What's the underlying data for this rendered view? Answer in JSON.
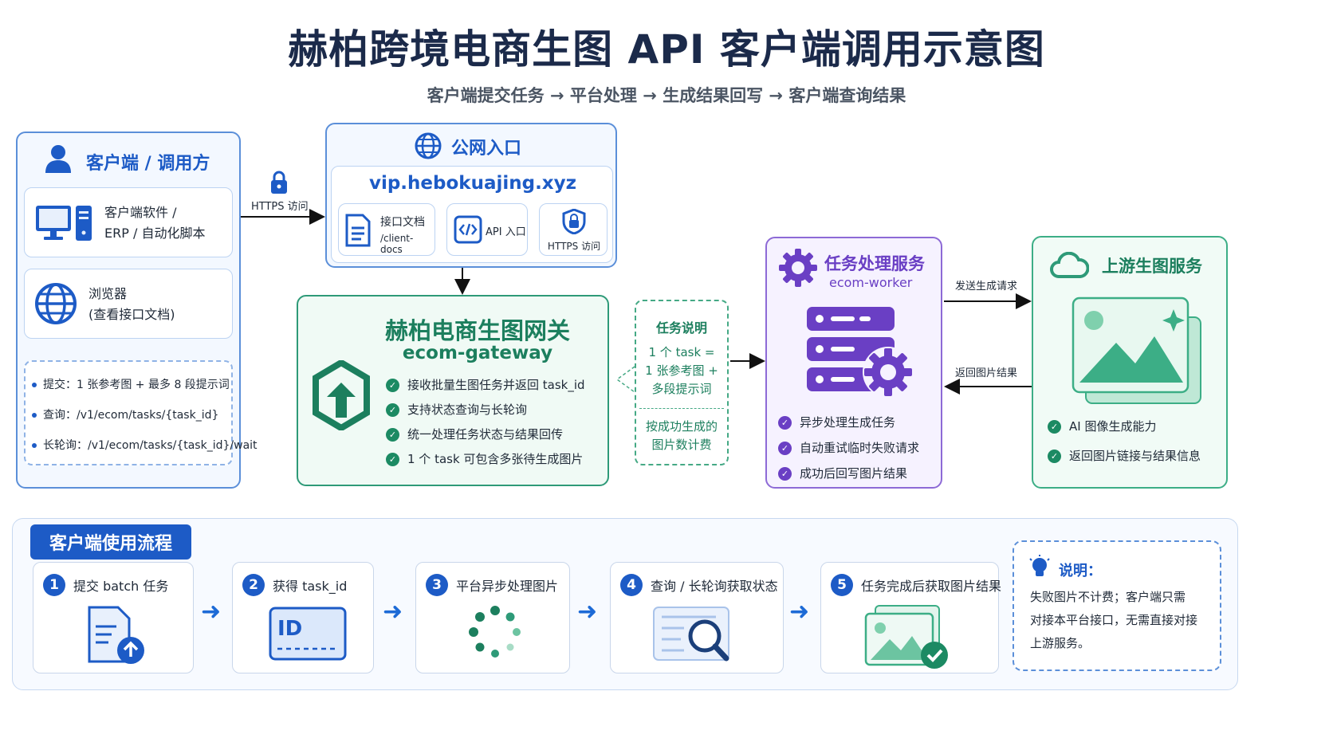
{
  "title": "赫柏跨境电商生图 API 客户端调用示意图",
  "subtitle": "客户端提交任务 → 平台处理 → 生成结果回写 → 客户端查询结果",
  "colors": {
    "primary_blue": "#1d5bc6",
    "gateway_green": "#1c7f5e",
    "worker_purple": "#6a3fc4",
    "upstream_green": "#3cae86"
  },
  "client": {
    "title": "客户端 / 调用方",
    "software_line1": "客户端软件 /",
    "software_line2": "ERP / 自动化脚本",
    "browser_line1": "浏览器",
    "browser_line2": "(查看接口文档)",
    "bullets": [
      "提交：1 张参考图 + 最多 8 段提示词",
      "查询：/v1/ecom/tasks/{task_id}",
      "长轮询：/v1/ecom/tasks/{task_id}/wait"
    ],
    "icons": [
      "user-icon",
      "desktop-icon",
      "globe-icon"
    ]
  },
  "https_label": "HTTPS 访问",
  "public_entry": {
    "title": "公网入口",
    "domain": "vip.hebokuajing.xyz",
    "docs_label": "接口文档",
    "docs_path": "/client-docs",
    "api_label": "API 入口",
    "https_label": "HTTPS 访问"
  },
  "gateway": {
    "title": "赫柏电商生图网关",
    "subtitle": "ecom-gateway",
    "features": [
      "接收批量生图任务并返回 task_id",
      "支持状态查询与长轮询",
      "统一处理任务状态与结果回传",
      "1 个 task 可包含多张待生成图片"
    ]
  },
  "task_note": {
    "title": "任务说明",
    "line1": "1 个 task =",
    "line2": "1 张参考图 +",
    "line3": "多段提示词",
    "billing1": "按成功生成的",
    "billing2": "图片数计费"
  },
  "worker": {
    "title": "任务处理服务",
    "subtitle": "ecom-worker",
    "features": [
      "异步处理生成任务",
      "自动重试临时失败请求",
      "成功后回写图片结果"
    ]
  },
  "send_label": "发送生成请求",
  "return_label": "返回图片结果",
  "upstream": {
    "title": "上游生图服务",
    "features": [
      "AI 图像生成能力",
      "返回图片链接与结果信息"
    ]
  },
  "flow": {
    "tag": "客户端使用流程",
    "steps": [
      {
        "num": "1",
        "label": "提交 batch 任务",
        "icon": "document-upload-icon"
      },
      {
        "num": "2",
        "label": "获得 task_id",
        "icon": "id-card-icon"
      },
      {
        "num": "3",
        "label": "平台异步处理图片",
        "icon": "loading-spinner-icon"
      },
      {
        "num": "4",
        "label": "查询 / 长轮询获取状态",
        "icon": "magnifier-icon"
      },
      {
        "num": "5",
        "label": "任务完成后获取图片结果",
        "icon": "image-check-icon"
      }
    ],
    "id_text": "ID"
  },
  "explain": {
    "title": "说明：",
    "line1": "失败图片不计费；客户端只需",
    "line2": "对接本平台接口，无需直接对接",
    "line3": "上游服务。"
  }
}
